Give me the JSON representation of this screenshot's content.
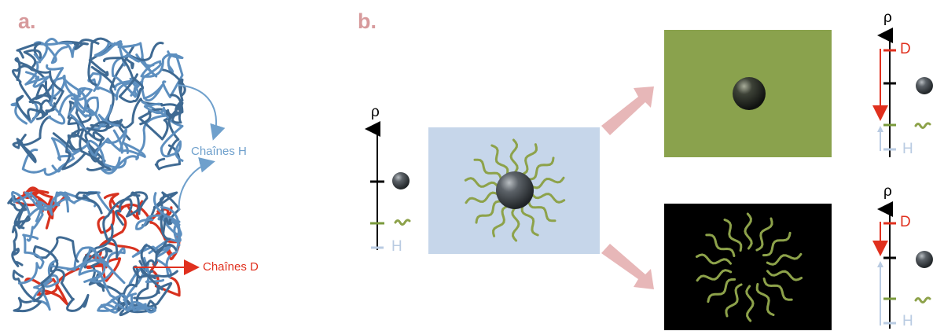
{
  "panels": {
    "a": {
      "label": "a."
    },
    "b": {
      "label": "b."
    }
  },
  "annotations": {
    "chains_h": "Chaînes H",
    "chains_d": "Chaînes D"
  },
  "axis": {
    "rho": "ρ",
    "h": "H",
    "d": "D"
  },
  "colors": {
    "panel_label": "#d79a9c",
    "chain_h": "#6fa0cc",
    "chain_d": "#e0301e",
    "ligand_green": "#8da24a",
    "solvent_blue": "#c6d6ea",
    "solvent_green": "#8aa24d",
    "solvent_black": "#000000",
    "arrow_pink": "#e7b7b8",
    "particle": "#3f4448"
  }
}
